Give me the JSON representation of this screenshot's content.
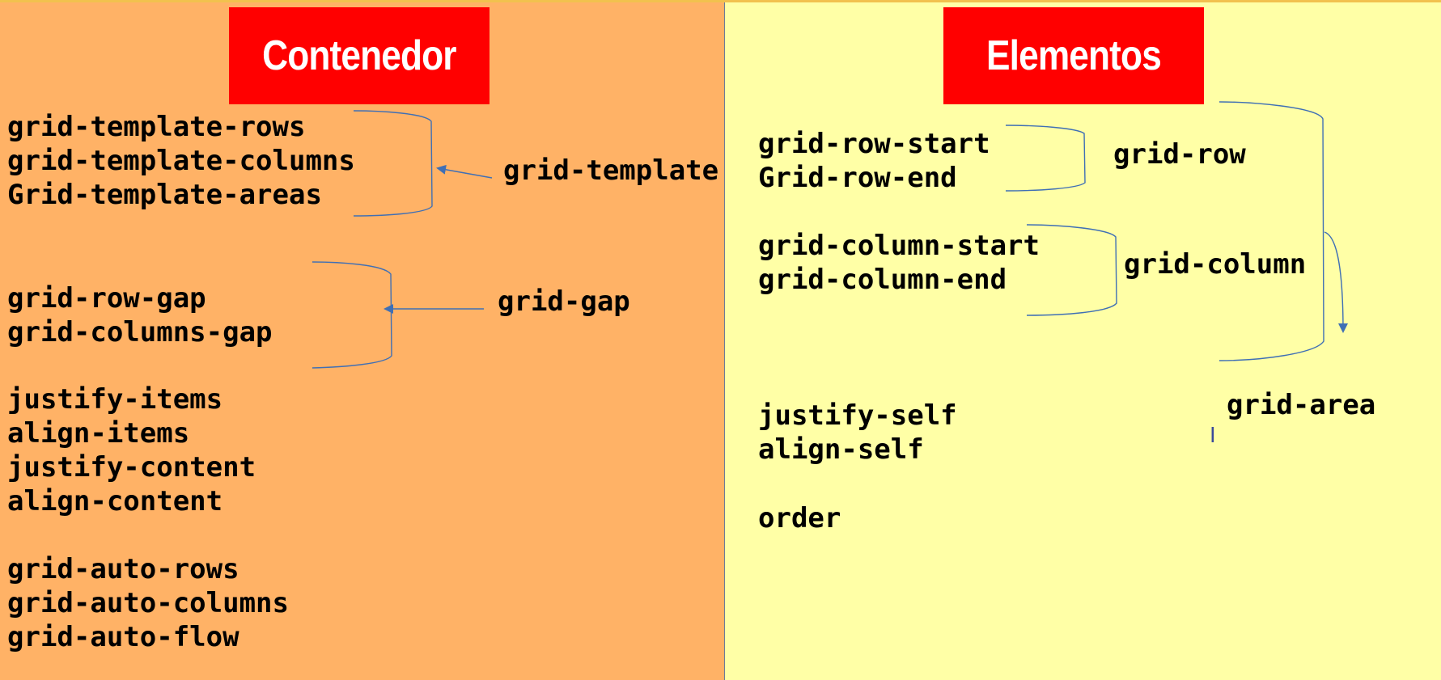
{
  "container": {
    "title": "Contenedor",
    "template_props": [
      "grid-template-rows",
      "grid-template-columns",
      "Grid-template-areas"
    ],
    "template_shorthand": "grid-template",
    "gap_props": [
      "grid-row-gap",
      "grid-columns-gap"
    ],
    "gap_shorthand": "grid-gap",
    "align_props": [
      "justify-items",
      "align-items",
      "justify-content",
      "align-content"
    ],
    "auto_props": [
      "grid-auto-rows",
      "grid-auto-columns",
      "grid-auto-flow"
    ]
  },
  "elements": {
    "title": "Elementos",
    "row_props": [
      "grid-row-start",
      "Grid-row-end"
    ],
    "row_shorthand": "grid-row",
    "column_props": [
      "grid-column-start",
      "grid-column-end"
    ],
    "column_shorthand": "grid-column",
    "area_shorthand": "grid-area",
    "self_props": [
      "justify-self",
      "align-self"
    ],
    "order_prop": "order"
  },
  "colors": {
    "left_bg": "#ffb266",
    "right_bg": "#ffffa6",
    "header_bg": "#ff0000",
    "connector": "#3f6fb5"
  }
}
